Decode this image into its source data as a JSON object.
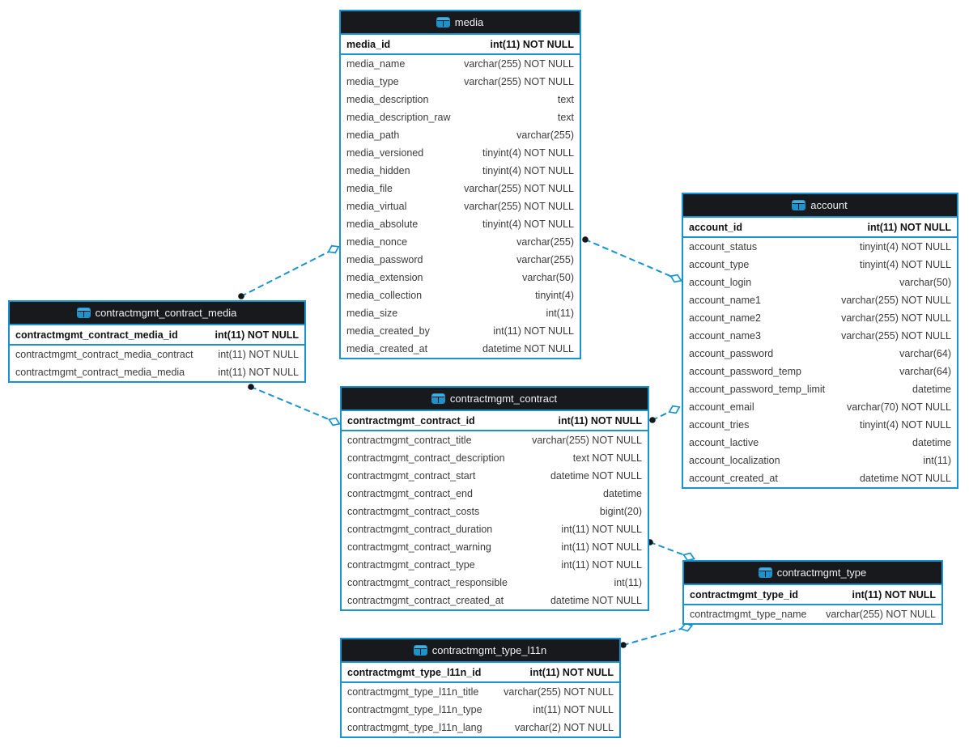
{
  "diagram": {
    "kind": "database-er-diagram",
    "colors": {
      "accent_blue": "#1793d1",
      "header_background": "#17191d",
      "icon_blue": "#2191c9",
      "icon_blue_light": "#41b1e1",
      "canvas_background": "#ffffff",
      "row_text": "#3b3b3b"
    }
  },
  "tables": [
    {
      "name": "media",
      "icon": "table-icon",
      "pk": {
        "name": "media_id",
        "type": "int(11) NOT NULL"
      },
      "columns": [
        {
          "name": "media_name",
          "type": "varchar(255) NOT NULL"
        },
        {
          "name": "media_type",
          "type": "varchar(255) NOT NULL"
        },
        {
          "name": "media_description",
          "type": "text"
        },
        {
          "name": "media_description_raw",
          "type": "text"
        },
        {
          "name": "media_path",
          "type": "varchar(255)"
        },
        {
          "name": "media_versioned",
          "type": "tinyint(4) NOT NULL"
        },
        {
          "name": "media_hidden",
          "type": "tinyint(4) NOT NULL"
        },
        {
          "name": "media_file",
          "type": "varchar(255) NOT NULL"
        },
        {
          "name": "media_virtual",
          "type": "varchar(255) NOT NULL"
        },
        {
          "name": "media_absolute",
          "type": "tinyint(4) NOT NULL"
        },
        {
          "name": "media_nonce",
          "type": "varchar(255)"
        },
        {
          "name": "media_password",
          "type": "varchar(255)"
        },
        {
          "name": "media_extension",
          "type": "varchar(50)"
        },
        {
          "name": "media_collection",
          "type": "tinyint(4)"
        },
        {
          "name": "media_size",
          "type": "int(11)"
        },
        {
          "name": "media_created_by",
          "type": "int(11) NOT NULL"
        },
        {
          "name": "media_created_at",
          "type": "datetime NOT NULL"
        }
      ]
    },
    {
      "name": "account",
      "icon": "table-icon",
      "pk": {
        "name": "account_id",
        "type": "int(11) NOT NULL"
      },
      "columns": [
        {
          "name": "account_status",
          "type": "tinyint(4) NOT NULL"
        },
        {
          "name": "account_type",
          "type": "tinyint(4) NOT NULL"
        },
        {
          "name": "account_login",
          "type": "varchar(50)"
        },
        {
          "name": "account_name1",
          "type": "varchar(255) NOT NULL"
        },
        {
          "name": "account_name2",
          "type": "varchar(255) NOT NULL"
        },
        {
          "name": "account_name3",
          "type": "varchar(255) NOT NULL"
        },
        {
          "name": "account_password",
          "type": "varchar(64)"
        },
        {
          "name": "account_password_temp",
          "type": "varchar(64)"
        },
        {
          "name": "account_password_temp_limit",
          "type": "datetime"
        },
        {
          "name": "account_email",
          "type": "varchar(70) NOT NULL"
        },
        {
          "name": "account_tries",
          "type": "tinyint(4) NOT NULL"
        },
        {
          "name": "account_lactive",
          "type": "datetime"
        },
        {
          "name": "account_localization",
          "type": "int(11)"
        },
        {
          "name": "account_created_at",
          "type": "datetime NOT NULL"
        }
      ]
    },
    {
      "name": "contractmgmt_contract_media",
      "icon": "table-icon",
      "pk": {
        "name": "contractmgmt_contract_media_id",
        "type": "int(11) NOT NULL"
      },
      "columns": [
        {
          "name": "contractmgmt_contract_media_contract",
          "type": "int(11) NOT NULL"
        },
        {
          "name": "contractmgmt_contract_media_media",
          "type": "int(11) NOT NULL"
        }
      ]
    },
    {
      "name": "contractmgmt_contract",
      "icon": "table-icon",
      "pk": {
        "name": "contractmgmt_contract_id",
        "type": "int(11) NOT NULL"
      },
      "columns": [
        {
          "name": "contractmgmt_contract_title",
          "type": "varchar(255) NOT NULL"
        },
        {
          "name": "contractmgmt_contract_description",
          "type": "text NOT NULL"
        },
        {
          "name": "contractmgmt_contract_start",
          "type": "datetime NOT NULL"
        },
        {
          "name": "contractmgmt_contract_end",
          "type": "datetime"
        },
        {
          "name": "contractmgmt_contract_costs",
          "type": "bigint(20)"
        },
        {
          "name": "contractmgmt_contract_duration",
          "type": "int(11) NOT NULL"
        },
        {
          "name": "contractmgmt_contract_warning",
          "type": "int(11) NOT NULL"
        },
        {
          "name": "contractmgmt_contract_type",
          "type": "int(11) NOT NULL"
        },
        {
          "name": "contractmgmt_contract_responsible",
          "type": "int(11)"
        },
        {
          "name": "contractmgmt_contract_created_at",
          "type": "datetime NOT NULL"
        }
      ]
    },
    {
      "name": "contractmgmt_type",
      "icon": "table-icon",
      "pk": {
        "name": "contractmgmt_type_id",
        "type": "int(11) NOT NULL"
      },
      "columns": [
        {
          "name": "contractmgmt_type_name",
          "type": "varchar(255) NOT NULL"
        }
      ]
    },
    {
      "name": "contractmgmt_type_l11n",
      "icon": "table-icon",
      "pk": {
        "name": "contractmgmt_type_l11n_id",
        "type": "int(11) NOT NULL"
      },
      "columns": [
        {
          "name": "contractmgmt_type_l11n_title",
          "type": "varchar(255) NOT NULL"
        },
        {
          "name": "contractmgmt_type_l11n_type",
          "type": "int(11) NOT NULL"
        },
        {
          "name": "contractmgmt_type_l11n_lang",
          "type": "varchar(2) NOT NULL"
        }
      ]
    }
  ],
  "relations": [
    {
      "from": "contractmgmt_contract_media",
      "to": "media"
    },
    {
      "from": "media",
      "to": "account"
    },
    {
      "from": "contractmgmt_contract_media",
      "to": "contractmgmt_contract"
    },
    {
      "from": "contractmgmt_contract",
      "to": "account"
    },
    {
      "from": "contractmgmt_contract",
      "to": "contractmgmt_type"
    },
    {
      "from": "contractmgmt_type_l11n",
      "to": "contractmgmt_type"
    }
  ]
}
